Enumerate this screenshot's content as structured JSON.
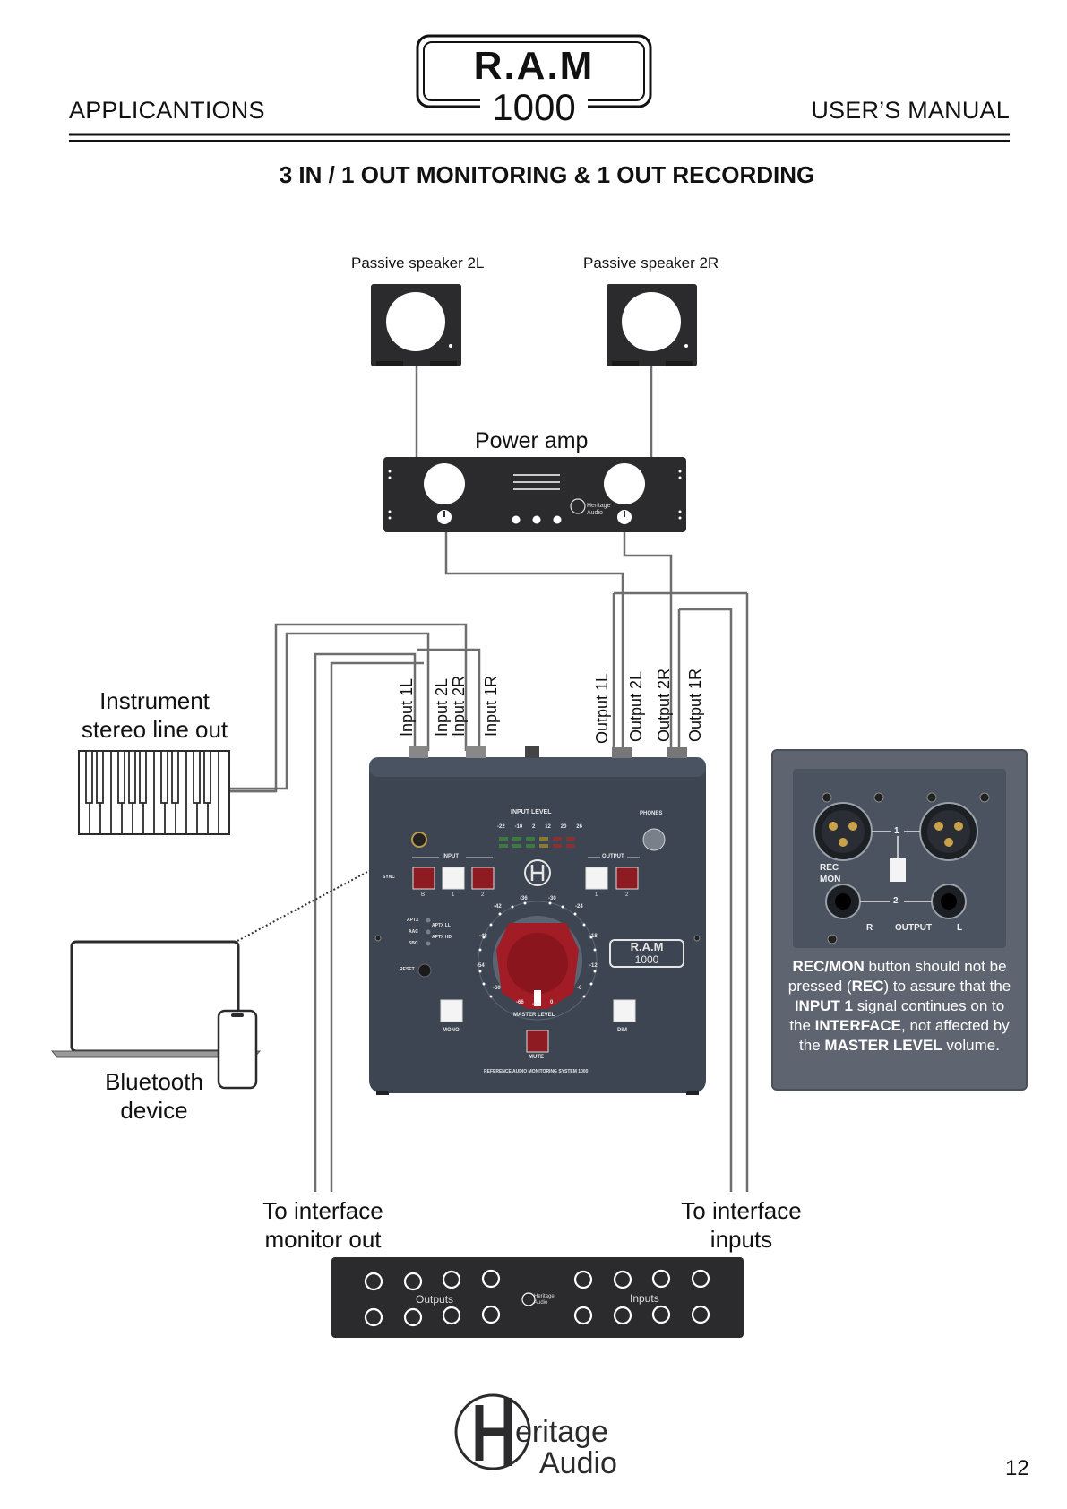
{
  "header": {
    "left": "APPLICANTIONS",
    "right": "USER’S MANUAL",
    "logo_top": "R.A.M",
    "logo_bottom": "1000"
  },
  "title": "3 IN / 1 OUT MONITORING & 1 OUT RECORDING",
  "speakers": {
    "left": "Passive speaker 2L",
    "right": "Passive speaker 2R"
  },
  "power_amp": {
    "label": "Power amp",
    "brand": "Heritage Audio"
  },
  "source_label_line1": "Instrument",
  "source_label_line2": "stereo line out",
  "bluetooth_line1": "Bluetooth",
  "bluetooth_line2": "device",
  "jack_labels": [
    "Input 1L",
    "Input 2L",
    "Input 2R",
    "Input 1R",
    "Output 1L",
    "Output 2L",
    "Output 2R",
    "Output 1R"
  ],
  "device": {
    "input_level": "INPUT LEVEL",
    "meter_ticks": [
      "-22",
      "-10",
      "2",
      "12",
      "20",
      "26"
    ],
    "phones": "PHONES",
    "input_group": "INPUT",
    "output_group": "OUTPUT",
    "sync": "SYNC",
    "btn_numbers": [
      "B",
      "1",
      "2"
    ],
    "out_numbers": [
      "1",
      "2"
    ],
    "codecs": [
      "APTX",
      "APTX LL",
      "AAC",
      "APTX HD",
      "SBC"
    ],
    "reset": "RESET",
    "dial_marks": [
      "-42",
      "-36",
      "-30",
      "-24",
      "-48",
      "-18",
      "-54",
      "-12",
      "-60",
      "-6",
      "-66",
      "-oo",
      "0"
    ],
    "master_level": "MASTER LEVEL",
    "mono": "MONO",
    "dim": "DIM",
    "mute": "MUTE",
    "footer": "REFERENCE AUDIO MONITORING SYSTEM 1000",
    "logo_top": "R.A.M",
    "logo_bottom": "1000"
  },
  "interface_monitor_line1": "To interface",
  "interface_monitor_line2": "monitor out",
  "interface_inputs_line1": "To interface",
  "interface_inputs_line2": "inputs",
  "interface": {
    "outputs": "Outputs",
    "inputs": "Inputs",
    "brand": "Heritage Audio"
  },
  "rear_panel": {
    "rec": "REC",
    "mon": "MON",
    "n1": "1",
    "n2": "2",
    "r": "R",
    "output": "OUTPUT",
    "l": "L"
  },
  "note": {
    "p1": "REC/MON",
    "p2": " button should not be pressed (",
    "p3": "REC",
    "p4": ") to assure that the ",
    "p5": "INPUT 1",
    "p6": " signal continues on to the ",
    "p7": "INTERFACE",
    "p8": ", not affected by the ",
    "p9": "MASTER LEVEL",
    "p10": " volume."
  },
  "footer_brand_line1": "eritage",
  "footer_brand_line2": "Audio",
  "page_number": "12",
  "colors": {
    "device": "#3d4552",
    "button_red": "#8e1b21",
    "knob_red": "#a11c24",
    "panel_dark": "#2b2b2d"
  }
}
